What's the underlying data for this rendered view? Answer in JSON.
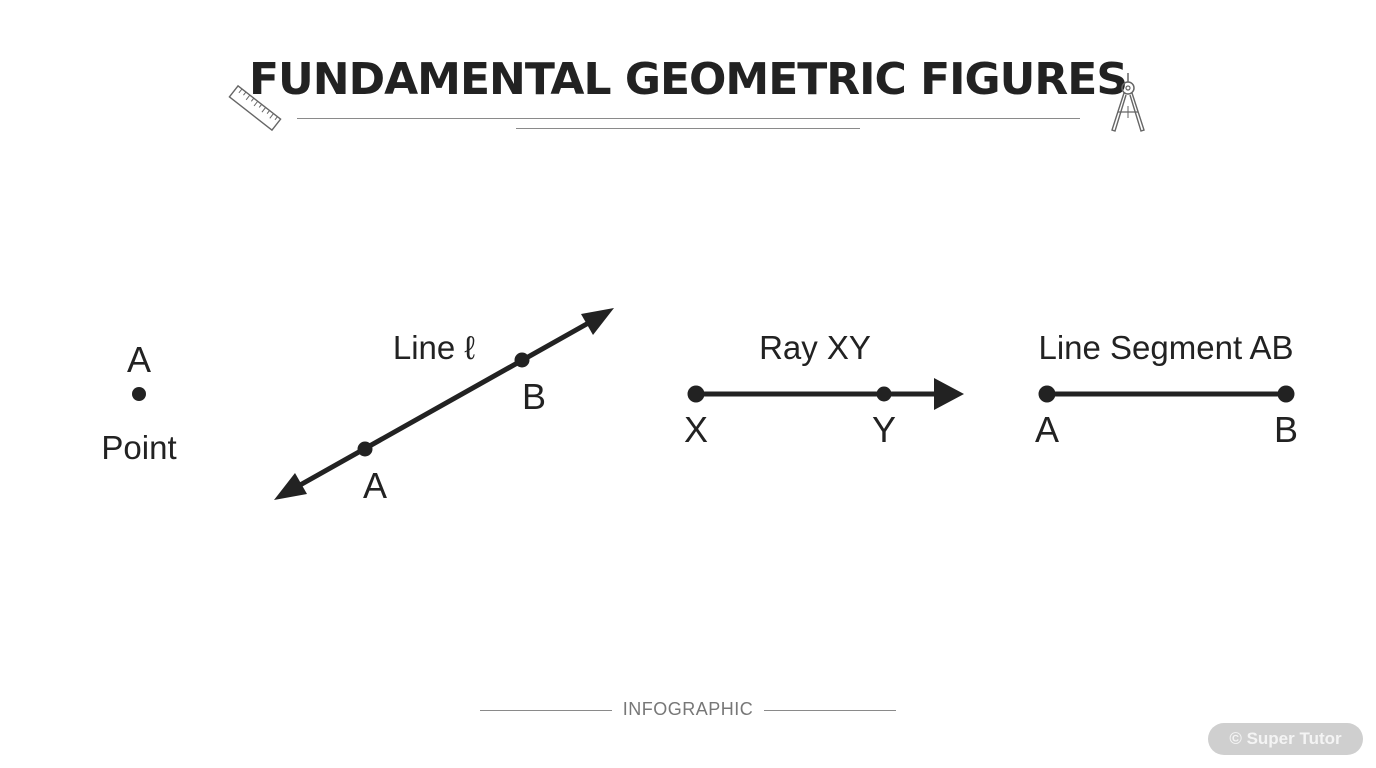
{
  "header": {
    "title": "FUNDAMENTAL GEOMETRIC FIGURES",
    "left_icon": "ruler-icon",
    "right_icon": "compass-icon"
  },
  "figures": {
    "point": {
      "point_label": "A",
      "caption": "Point"
    },
    "line": {
      "caption": "Line ℓ",
      "point_a": "A",
      "point_b": "B"
    },
    "ray": {
      "caption": "Ray XY",
      "endpoint": "X",
      "through_point": "Y"
    },
    "segment": {
      "caption": "Line Segment AB",
      "endpoint_a": "A",
      "endpoint_b": "B"
    }
  },
  "footer": {
    "label": "INFOGRAPHIC"
  },
  "watermark": {
    "text": "© Super Tutor"
  },
  "colors": {
    "ink": "#222222",
    "rule": "#8a8a8a",
    "muted_text": "#777777",
    "watermark_bg": "#cfcfcf"
  }
}
